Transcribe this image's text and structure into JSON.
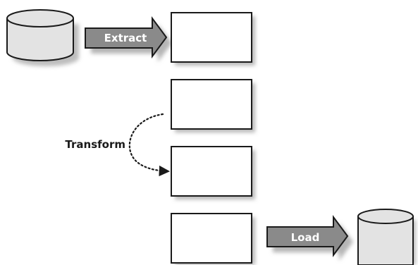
{
  "diagram": {
    "steps": {
      "extract_label": "Extract",
      "transform_label": "Transform",
      "load_label": "Load"
    },
    "colors": {
      "cylinder_fill": "#e3e3e3",
      "arrow_fill": "#8a8a8a",
      "outline": "#1a1a1a",
      "box_fill": "#ffffff",
      "shadow": "#b8b8b8"
    }
  }
}
